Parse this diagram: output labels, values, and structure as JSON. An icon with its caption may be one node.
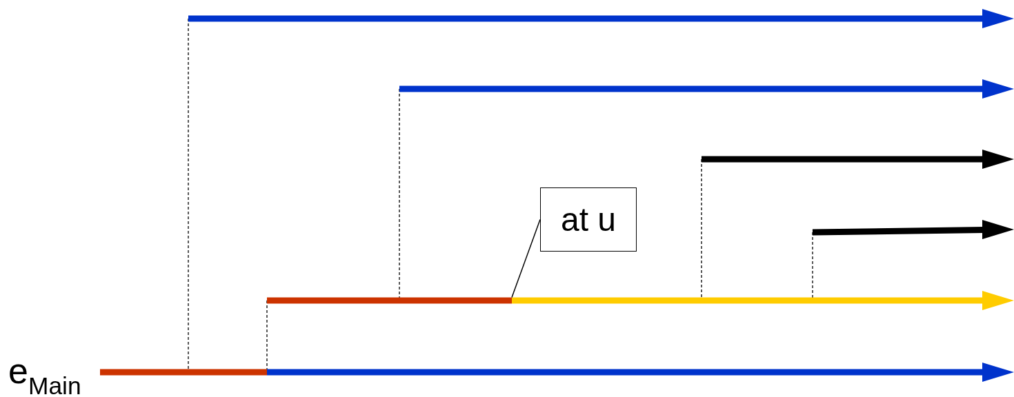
{
  "diagram": {
    "nodes": [
      {
        "text": [
          "at u"
        ]
      },
      {
        "text": [],
        "shape": "bar"
      }
    ],
    "edges": [
      {
        "from": 0,
        "to": 1,
        "arrow": "none"
      }
    ],
    "labels": [
      "e$_{Main}$"
    ]
  }
}
